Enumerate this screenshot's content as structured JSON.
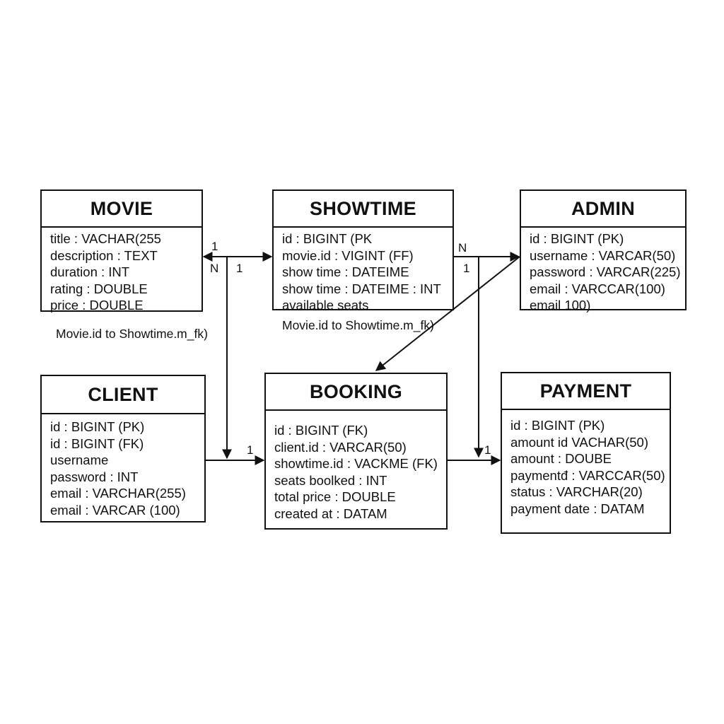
{
  "entities": {
    "movie": {
      "name": "MOVIE",
      "attributes": [
        "title : VACHAR(255",
        "description : TEXT",
        "duration : INT",
        "rating : DOUBLE",
        "price : DOUBLE"
      ]
    },
    "showtime": {
      "name": "SHOWTIME",
      "attributes": [
        "id : BIGINT (PK",
        "movie.id : VIGINT (FF)",
        "show time : DATEIME",
        "show time : DATEIME : INT",
        "available seats"
      ]
    },
    "admin": {
      "name": "ADMIN",
      "attributes": [
        "id : BIGINT (PK)",
        "username : VARCAR(50)",
        "password : VARCAR(225)",
        "email : VARCCAR(100)",
        "email  100)"
      ]
    },
    "client": {
      "name": "CLIENT",
      "attributes": [
        "id : BIGINT (PK)",
        "id : BIGINT (FK)",
        "username",
        "password : INT",
        "email : VARCHAR(255)",
        "email : VARCAR (100)"
      ]
    },
    "booking": {
      "name": "BOOKING",
      "attributes": [
        "id : BIGINT (FK)",
        "client.id : VARCAR(50)",
        "showtime.id : VACKME (FK)",
        "seats boolked : INT",
        "total price : DOUBLE",
        "created at : DATAM"
      ]
    },
    "payment": {
      "name": "PAYMENT",
      "attributes": [
        "id : BIGINT (PK)",
        "amount id VACHAR(50)",
        "amount : DOUBE",
        "paymentđ : VARCCAR(50)",
        "status : VARCHAR(20)",
        "payment date : DATAM"
      ]
    }
  },
  "notes": {
    "movie_note": "Movie.id to Showtime.m_fk)",
    "showtime_note": "Movie.id to Showtime.m_fk)"
  },
  "cardinalities": {
    "movie_showtime_one": "1",
    "movie_showtime_n": "N",
    "movie_showtime_one_b": "1",
    "showtime_admin_n": "N",
    "showtime_admin_one": "1",
    "client_booking_one": "1",
    "booking_payment_one": "1"
  },
  "colors": {
    "line": "#111111",
    "background": "#ffffff"
  }
}
